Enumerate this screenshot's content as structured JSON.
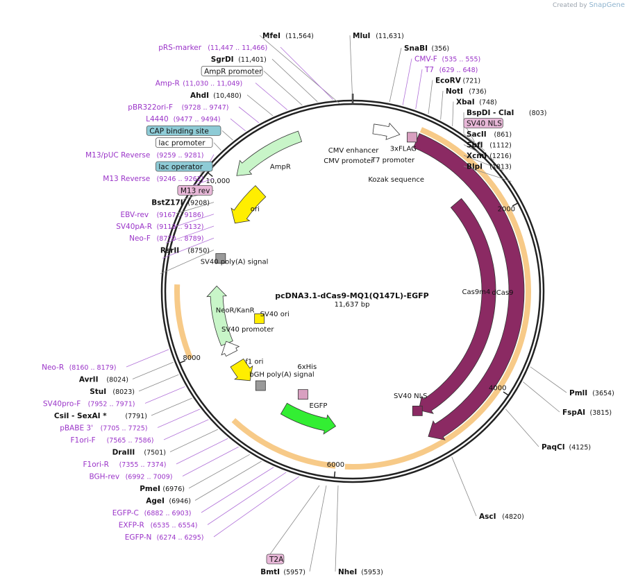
{
  "credit": {
    "prefix": "Created by",
    "brand": "SnapGene"
  },
  "map": {
    "name": "pcDNA3.1-dCas9-MQ1(Q147L)-EGFP",
    "length_bp": 11637,
    "length_label": "11,637 bp"
  },
  "ticks": [
    "2000",
    "4000",
    "6000",
    "8000",
    "10,000"
  ],
  "ticks_pos": [
    2000,
    4000,
    6000,
    8000,
    10000
  ],
  "colors": {
    "backbone": "#222222",
    "feature_purple": "#8b2a63",
    "feature_green_light": "#c8f5c8",
    "feature_green": "#33ee33",
    "feature_yellow": "#ffee00",
    "primer": "#9a33c8",
    "label_black": "#111111",
    "orange_ring": "#f4b860",
    "grey_box": "#9a9a9a"
  },
  "features": [
    {
      "name": "Cas9m4",
      "label": "Cas9m4",
      "start": 1600,
      "end": 4880,
      "radius": 196,
      "width": 20,
      "color": "#8b2a63",
      "dir": 1
    },
    {
      "name": "dCas9",
      "label": "dCas9",
      "start": 740,
      "end": 4930,
      "radius": 236,
      "width": 22,
      "color": "#8b2a63",
      "dir": 1
    },
    {
      "name": "EGFP",
      "label": "EGFP",
      "start": 6050,
      "end": 6800,
      "radius": 196,
      "width": 18,
      "color": "#33ee33",
      "dir": -1
    },
    {
      "name": "AmpR",
      "label": "AmpR",
      "start": 10180,
      "end": 11030,
      "radius": 236,
      "width": 16,
      "color": "#c8f5c8",
      "dir": -1
    },
    {
      "name": "NeoR/KanR",
      "label": "NeoR/KanR",
      "start": 8000,
      "end": 8800,
      "radius": 196,
      "width": 18,
      "color": "#c8f5c8",
      "dir": 1
    },
    {
      "name": "ori",
      "label": "ori",
      "start": 9700,
      "end": 10260,
      "radius": 196,
      "width": 22,
      "color": "#ffee00",
      "dir": -1
    },
    {
      "name": "f1 ori",
      "label": "f1 ori",
      "start": 7400,
      "end": 7700,
      "radius": 196,
      "width": 22,
      "color": "#ffee00",
      "dir": -1
    },
    {
      "name": "CMV enhancer",
      "label": "CMV enhancer",
      "start": 235,
      "end": 540,
      "radius": 236,
      "width": 14,
      "color": "#ffffff",
      "dir": 1
    },
    {
      "name": "SV40 promoter",
      "label": "SV40 promoter",
      "start": 7850,
      "end": 8030,
      "radius": 196,
      "width": 18,
      "color": "#ffffff",
      "dir": 1
    }
  ],
  "inner_labels": [
    {
      "text": "CMV enhancer",
      "pos": 10,
      "r": 200
    },
    {
      "text": "CMV promoter",
      "pos": 11580,
      "r": 185
    },
    {
      "text": "T7 promoter",
      "pos": 560,
      "r": 195
    },
    {
      "text": "3xFLAG",
      "pos": 640,
      "r": 215
    },
    {
      "text": "Kozak sequence",
      "pos": 700,
      "r": 170
    },
    {
      "text": "AmpR",
      "pos": 10650,
      "r": 205
    },
    {
      "text": "ori",
      "pos": 10000,
      "r": 182
    },
    {
      "text": "SV40 poly(A) signal",
      "pos": 9150,
      "r": 175
    },
    {
      "text": "NeoR/KanR",
      "pos": 8400,
      "r": 172
    },
    {
      "text": "SV40 promoter",
      "pos": 8050,
      "r": 162
    },
    {
      "text": "SV40 ori",
      "pos": 8150,
      "r": 118
    },
    {
      "text": "f1 ori",
      "pos": 7550,
      "r": 176
    },
    {
      "text": "bGH poly(A) signal",
      "pos": 7100,
      "r": 160
    },
    {
      "text": "6xHis",
      "pos": 6800,
      "r": 130
    },
    {
      "text": "EGFP",
      "pos": 6350,
      "r": 175
    },
    {
      "text": "SV40 NLS",
      "pos": 4900,
      "r": 175
    },
    {
      "text": "Cas9m4",
      "pos": 2950,
      "r": 178
    },
    {
      "text": "dCas9",
      "pos": 2950,
      "r": 216
    }
  ],
  "sites_right": [
    {
      "name": "SnaBI",
      "coord": "(356)"
    },
    {
      "name": "CMV-F",
      "coord": "(535 .. 555)",
      "primer": true
    },
    {
      "name": "T7",
      "coord": "(629 .. 648)",
      "primer": true
    },
    {
      "name": "EcoRV",
      "coord": "(721)"
    },
    {
      "name": "NotI",
      "coord": "(736)"
    },
    {
      "name": "XbaI",
      "coord": "(748)"
    },
    {
      "name": "BspDI  - ClaI",
      "coord": "(803)"
    },
    {
      "name": "SV40 NLS",
      "coord": "",
      "boxed": true
    },
    {
      "name": "SacII",
      "coord": "(861)"
    },
    {
      "name": "SbfI",
      "coord": "(1112)"
    },
    {
      "name": "XcmI",
      "coord": "(1216)"
    },
    {
      "name": "BlpI",
      "coord": "(1813)"
    }
  ],
  "sites_right_low": [
    {
      "name": "PmlI",
      "coord": "(3654)"
    },
    {
      "name": "FspAI",
      "coord": "(3815)"
    },
    {
      "name": "PaqCI",
      "coord": "(4125)"
    },
    {
      "name": "AscI",
      "coord": "(4820)"
    }
  ],
  "sites_top": [
    {
      "name": "MfeI",
      "coord": "(11,564)"
    },
    {
      "name": "MluI",
      "coord": "(11,631)"
    }
  ],
  "sites_left": [
    {
      "name": "pRS-marker",
      "coord": "(11,447 .. 11,466)",
      "primer": true
    },
    {
      "name": "SgrDI",
      "coord": "(11,401)"
    },
    {
      "name": "AmpR promoter",
      "coord": "",
      "boxed": "white"
    },
    {
      "name": "Amp-R",
      "coord": "(11,030 .. 11,049)",
      "primer": true
    },
    {
      "name": "AhdI",
      "coord": "(10,480)"
    },
    {
      "name": "pBR322ori-F",
      "coord": "(9728 .. 9747)",
      "primer": true
    },
    {
      "name": "L4440",
      "coord": "(9477 .. 9494)",
      "primer": true
    },
    {
      "name": "CAP binding site",
      "coord": "",
      "boxed": "teal"
    },
    {
      "name": "lac promoter",
      "coord": "",
      "boxed": "white"
    },
    {
      "name": "M13/pUC Reverse",
      "coord": "(9259 .. 9281)",
      "primer": true
    },
    {
      "name": "lac operator",
      "coord": "",
      "boxed": "teal"
    },
    {
      "name": "M13 Reverse",
      "coord": "(9246 .. 9262)",
      "primer": true
    },
    {
      "name": "M13 rev",
      "coord": "",
      "boxed": "purple"
    },
    {
      "name": "BstZ17I",
      "coord": "(9208)"
    },
    {
      "name": "EBV-rev",
      "coord": "(9167 .. 9186)",
      "primer": true
    },
    {
      "name": "SV40pA-R",
      "coord": "(9113 .. 9132)",
      "primer": true
    },
    {
      "name": "Neo-F",
      "coord": "(8770 .. 8789)",
      "primer": true
    },
    {
      "name": "RsrII",
      "coord": "(8750)"
    }
  ],
  "sites_left_low": [
    {
      "name": "Neo-R",
      "coord": "(8160 .. 8179)",
      "primer": true
    },
    {
      "name": "AvrII",
      "coord": "(8024)"
    },
    {
      "name": "StuI",
      "coord": "(8023)"
    },
    {
      "name": "SV40pro-F",
      "coord": "(7952 .. 7971)",
      "primer": true
    },
    {
      "name": "CsiI  - SexAI *",
      "coord": "(7791)"
    },
    {
      "name": "pBABE 3'",
      "coord": "(7705 .. 7725)",
      "primer": true
    },
    {
      "name": "F1ori-F",
      "coord": "(7565 .. 7586)",
      "primer": true
    },
    {
      "name": "DraIII",
      "coord": "(7501)"
    },
    {
      "name": "F1ori-R",
      "coord": "(7355 .. 7374)",
      "primer": true
    },
    {
      "name": "BGH-rev",
      "coord": "(6992 .. 7009)",
      "primer": true
    },
    {
      "name": "PmeI",
      "coord": "(6976)"
    },
    {
      "name": "AgeI",
      "coord": "(6946)"
    },
    {
      "name": "EGFP-C",
      "coord": "(6882 .. 6903)",
      "primer": true
    },
    {
      "name": "EXFP-R",
      "coord": "(6535 .. 6554)",
      "primer": true
    },
    {
      "name": "EGFP-N",
      "coord": "(6274 .. 6295)",
      "primer": true
    }
  ],
  "sites_bottom": [
    {
      "name": "T2A",
      "coord": "",
      "boxed": "purple"
    },
    {
      "name": "BmtI",
      "coord": "(5957)"
    },
    {
      "name": "NheI",
      "coord": "(5953)"
    }
  ]
}
